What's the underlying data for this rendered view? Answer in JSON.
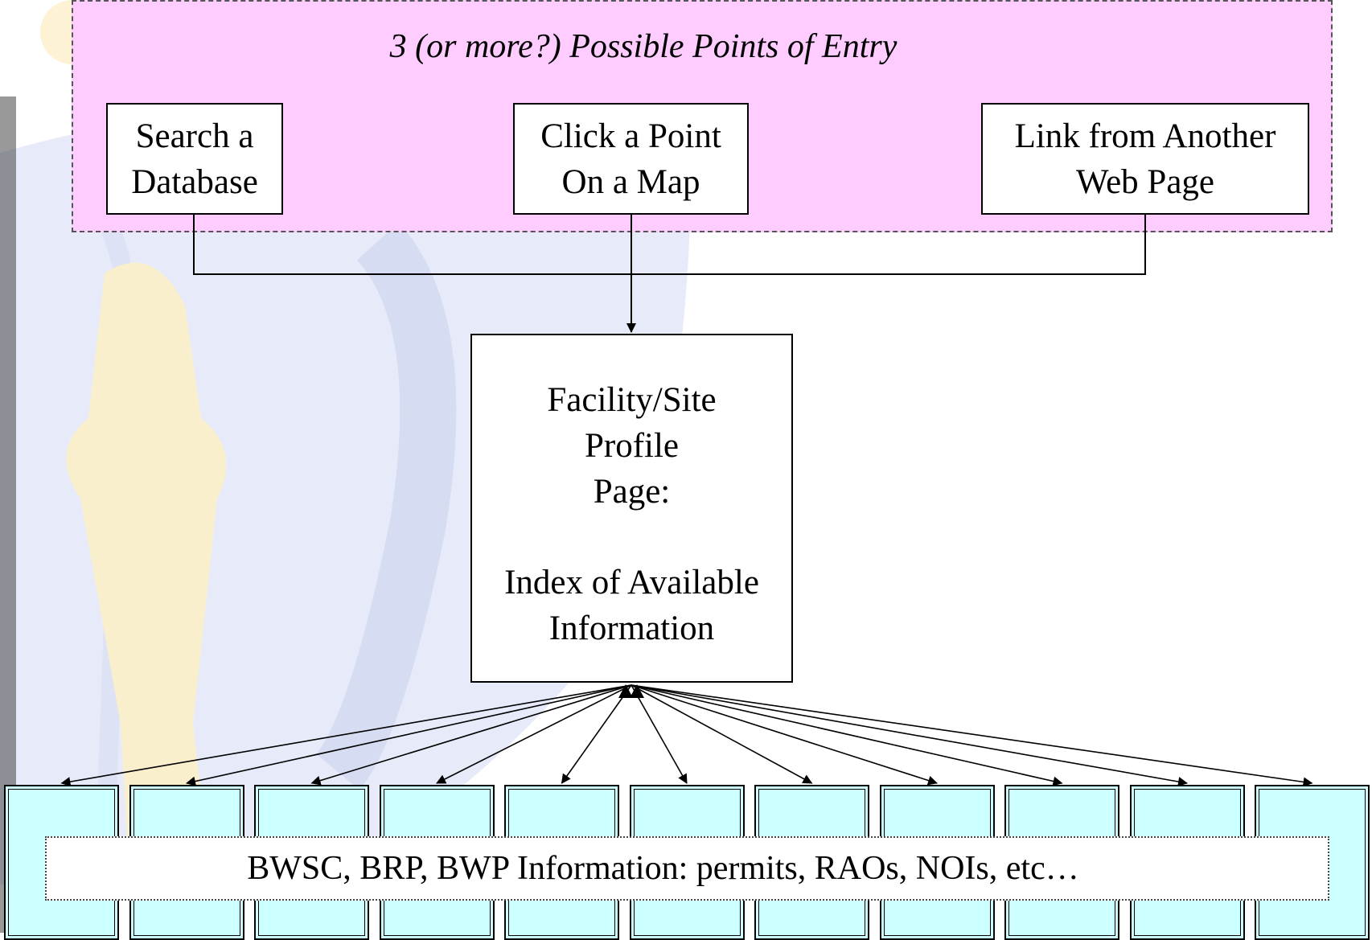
{
  "entry": {
    "title": "3 (or more?) Possible Points of Entry",
    "search_line1": "Search a",
    "search_line2": "Database",
    "click_line1": "Click a Point",
    "click_line2": "On a Map",
    "link_line1": "Link from Another",
    "link_line2": "Web Page"
  },
  "profile": {
    "line1": "Facility/Site",
    "line2": "Profile",
    "line3": "Page:",
    "line4": "Index of Available",
    "line5": "Information"
  },
  "info_bar": {
    "text": "BWSC, BRP, BWP  Information: permits, RAOs, NOIs, etc…"
  },
  "colors": {
    "entry_panel": "#ffccff",
    "info_cells": "#ccffff",
    "seal_watermark": "#dfe4f7",
    "seal_figure": "#fcefc8"
  }
}
